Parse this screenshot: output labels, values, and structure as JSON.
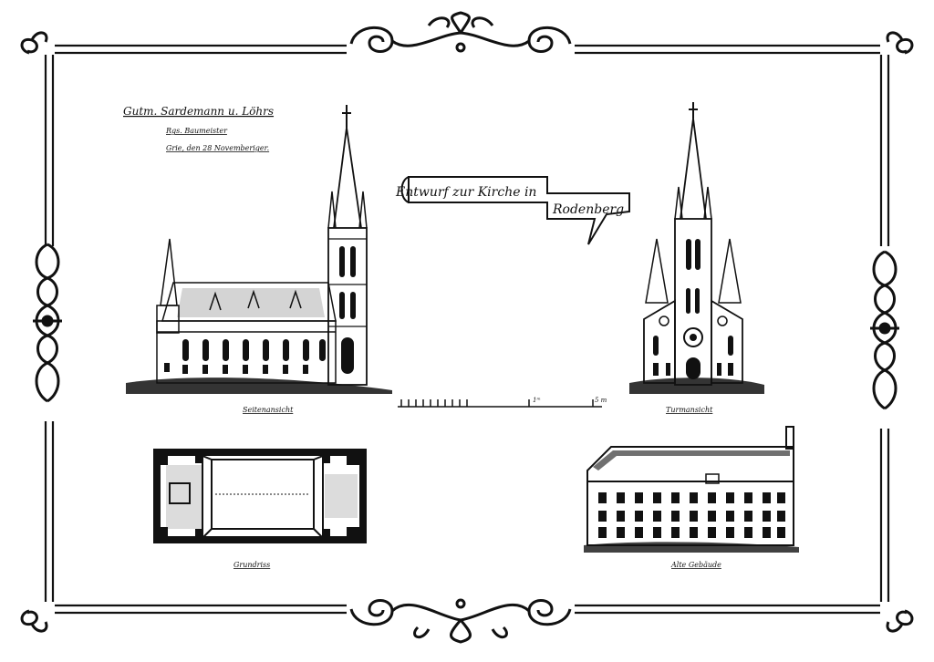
{
  "credits": {
    "line1": "Gutm. Sardemann u. Löhrs",
    "line2": "Rgs. Baumeister",
    "line3": "Grie, den 28 Novemberiger."
  },
  "title": {
    "line1": "Entwurf zur Kirche in",
    "line2": "Rodenberg"
  },
  "labels": {
    "side_view": "Seitenansicht",
    "tower_view": "Turmansicht",
    "floor_plan": "Grundriss",
    "old_building": "Alte Gebäude"
  },
  "scale_bar": {
    "mid_label": "1ᵐ",
    "end_label": "5 m"
  }
}
